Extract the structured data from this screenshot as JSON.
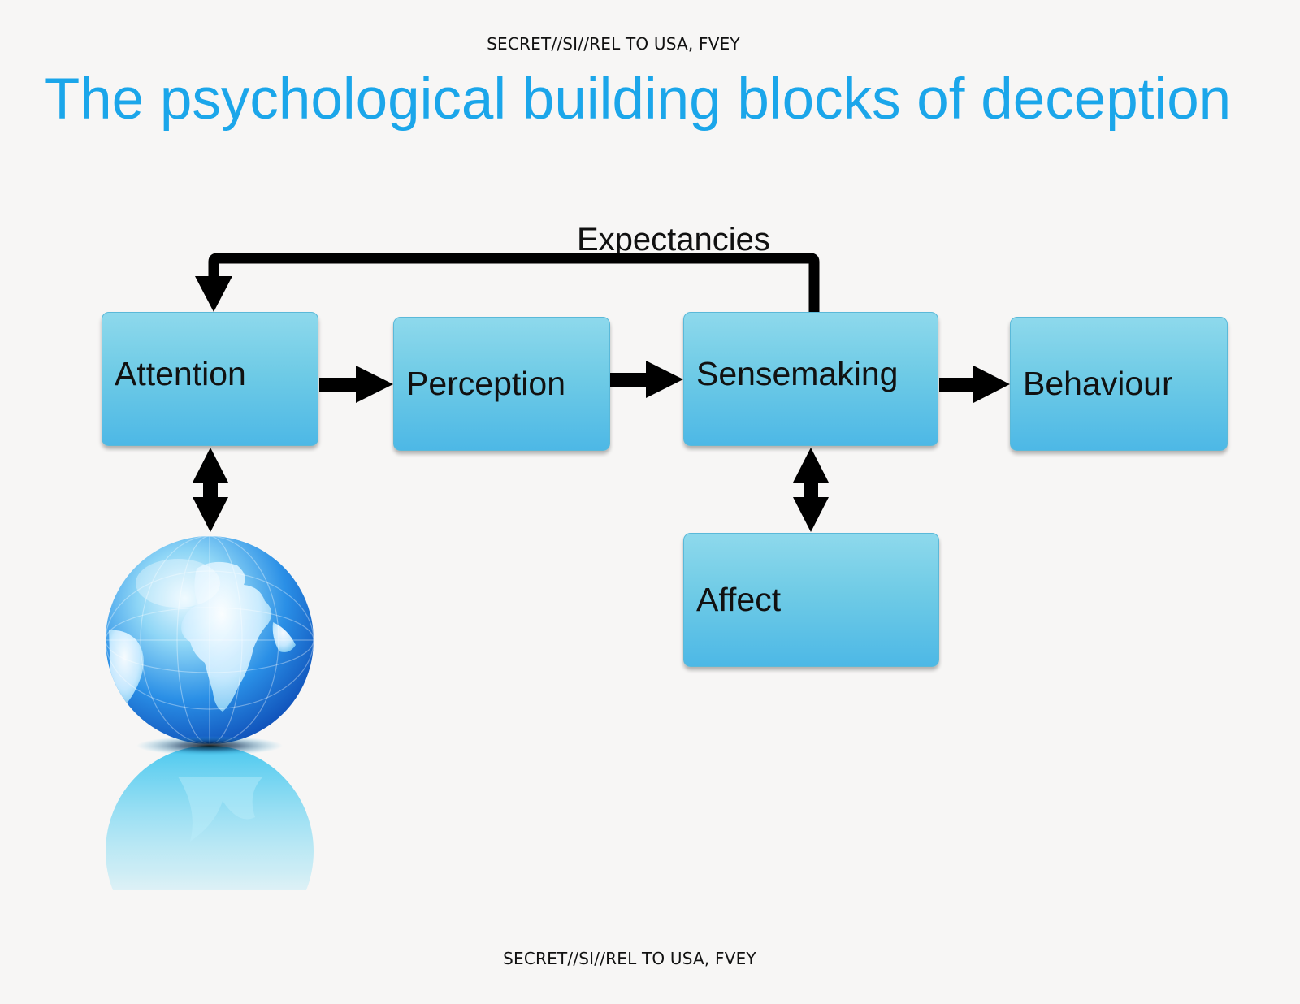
{
  "header": {
    "classification": "SECRET//SI//REL TO USA, FVEY"
  },
  "footer": {
    "classification": "SECRET//SI//REL TO USA, FVEY"
  },
  "title": "The psychological building blocks of deception",
  "diagram": {
    "nodes": {
      "attention": "Attention",
      "perception": "Perception",
      "sensemaking": "Sensemaking",
      "behaviour": "Behaviour",
      "affect": "Affect"
    },
    "feedback_label": "Expectancies",
    "edges": [
      {
        "from": "attention",
        "to": "perception"
      },
      {
        "from": "perception",
        "to": "sensemaking"
      },
      {
        "from": "sensemaking",
        "to": "behaviour"
      },
      {
        "from": "sensemaking",
        "to": "attention",
        "label": "Expectancies"
      },
      {
        "from": "sensemaking",
        "to": "affect",
        "bidirectional": true
      },
      {
        "from": "attention",
        "to": "world",
        "bidirectional": true
      }
    ]
  },
  "icons": {
    "world": "globe-icon"
  },
  "colors": {
    "title": "#1ba6ea",
    "box_top": "#8ed9ec",
    "box_bottom": "#4db8e6",
    "arrow": "#000000"
  }
}
